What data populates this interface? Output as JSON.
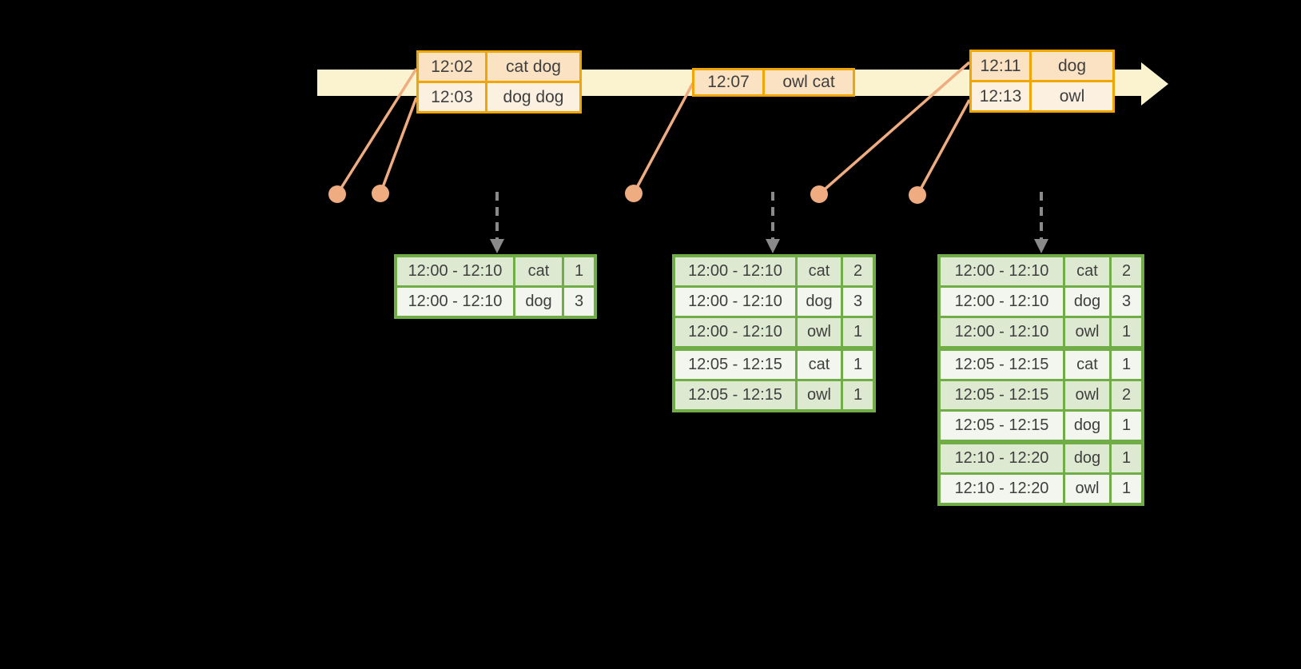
{
  "diagram": {
    "description": "windowed-word-count-streaming-diagram",
    "colors": {
      "background": "#000000",
      "timeline_fill": "#FBF2CF",
      "event_border": "#F0A500",
      "event_row_dark": "#FAE2C2",
      "event_row_light": "#FCF1E1",
      "marker_salmon": "#EFAC80",
      "trigger_gray": "#8A8A8A",
      "result_border": "#70AD47",
      "result_row_tint": "#DDEAD1",
      "result_row_light": "#F2F6EE",
      "text": "#3F3F3F"
    },
    "icons": {
      "timeline": "right-arrow",
      "trigger": "down-dashed-arrow",
      "event_marker": "dot"
    },
    "event_tables": [
      {
        "rows": [
          {
            "time": "12:02",
            "words": "cat dog"
          },
          {
            "time": "12:03",
            "words": "dog dog"
          }
        ]
      },
      {
        "rows": [
          {
            "time": "12:07",
            "words": "owl cat"
          }
        ]
      },
      {
        "rows": [
          {
            "time": "12:11",
            "words": "dog"
          },
          {
            "time": "12:13",
            "words": "owl"
          }
        ]
      }
    ],
    "result_tables": [
      {
        "rows": [
          {
            "window": "12:00 - 12:10",
            "word": "cat",
            "count": "1"
          },
          {
            "window": "12:00 - 12:10",
            "word": "dog",
            "count": "3"
          }
        ]
      },
      {
        "rows": [
          {
            "window": "12:00 - 12:10",
            "word": "cat",
            "count": "2"
          },
          {
            "window": "12:00 - 12:10",
            "word": "dog",
            "count": "3"
          },
          {
            "window": "12:00 - 12:10",
            "word": "owl",
            "count": "1"
          },
          {
            "window": "12:05 - 12:15",
            "word": "cat",
            "count": "1"
          },
          {
            "window": "12:05 - 12:15",
            "word": "owl",
            "count": "1"
          }
        ]
      },
      {
        "rows": [
          {
            "window": "12:00 - 12:10",
            "word": "cat",
            "count": "2"
          },
          {
            "window": "12:00 - 12:10",
            "word": "dog",
            "count": "3"
          },
          {
            "window": "12:00 - 12:10",
            "word": "owl",
            "count": "1"
          },
          {
            "window": "12:05 - 12:15",
            "word": "cat",
            "count": "1"
          },
          {
            "window": "12:05 - 12:15",
            "word": "owl",
            "count": "2"
          },
          {
            "window": "12:05 - 12:15",
            "word": "dog",
            "count": "1"
          },
          {
            "window": "12:10 - 12:20",
            "word": "dog",
            "count": "1"
          },
          {
            "window": "12:10 - 12:20",
            "word": "owl",
            "count": "1"
          }
        ]
      }
    ]
  }
}
